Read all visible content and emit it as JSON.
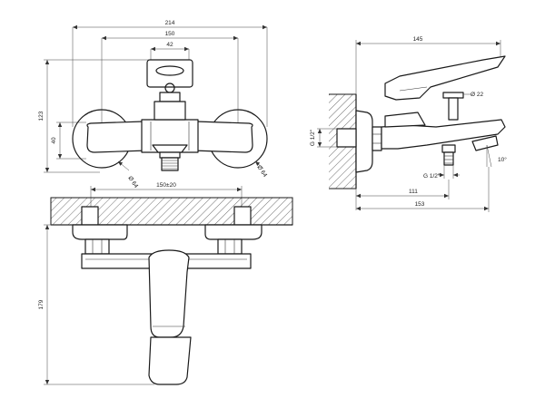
{
  "dimensions": {
    "front_overall_width": "214",
    "front_center_distance": "150",
    "front_handle_width": "42",
    "front_height": "123",
    "front_body_height": "40",
    "front_left_diameter": "Ø 64",
    "front_right_diameter": "Ø 64",
    "side_overall_depth": "145",
    "side_outlet_diameter": "Ø 22",
    "side_inlet_thread": "G 1/2\"",
    "side_outlet_thread": "G 1/2\"",
    "side_spout_angle": "10°",
    "side_depth_111": "111",
    "side_depth_153": "153",
    "top_center_distance": "150±20",
    "top_length": "179"
  }
}
